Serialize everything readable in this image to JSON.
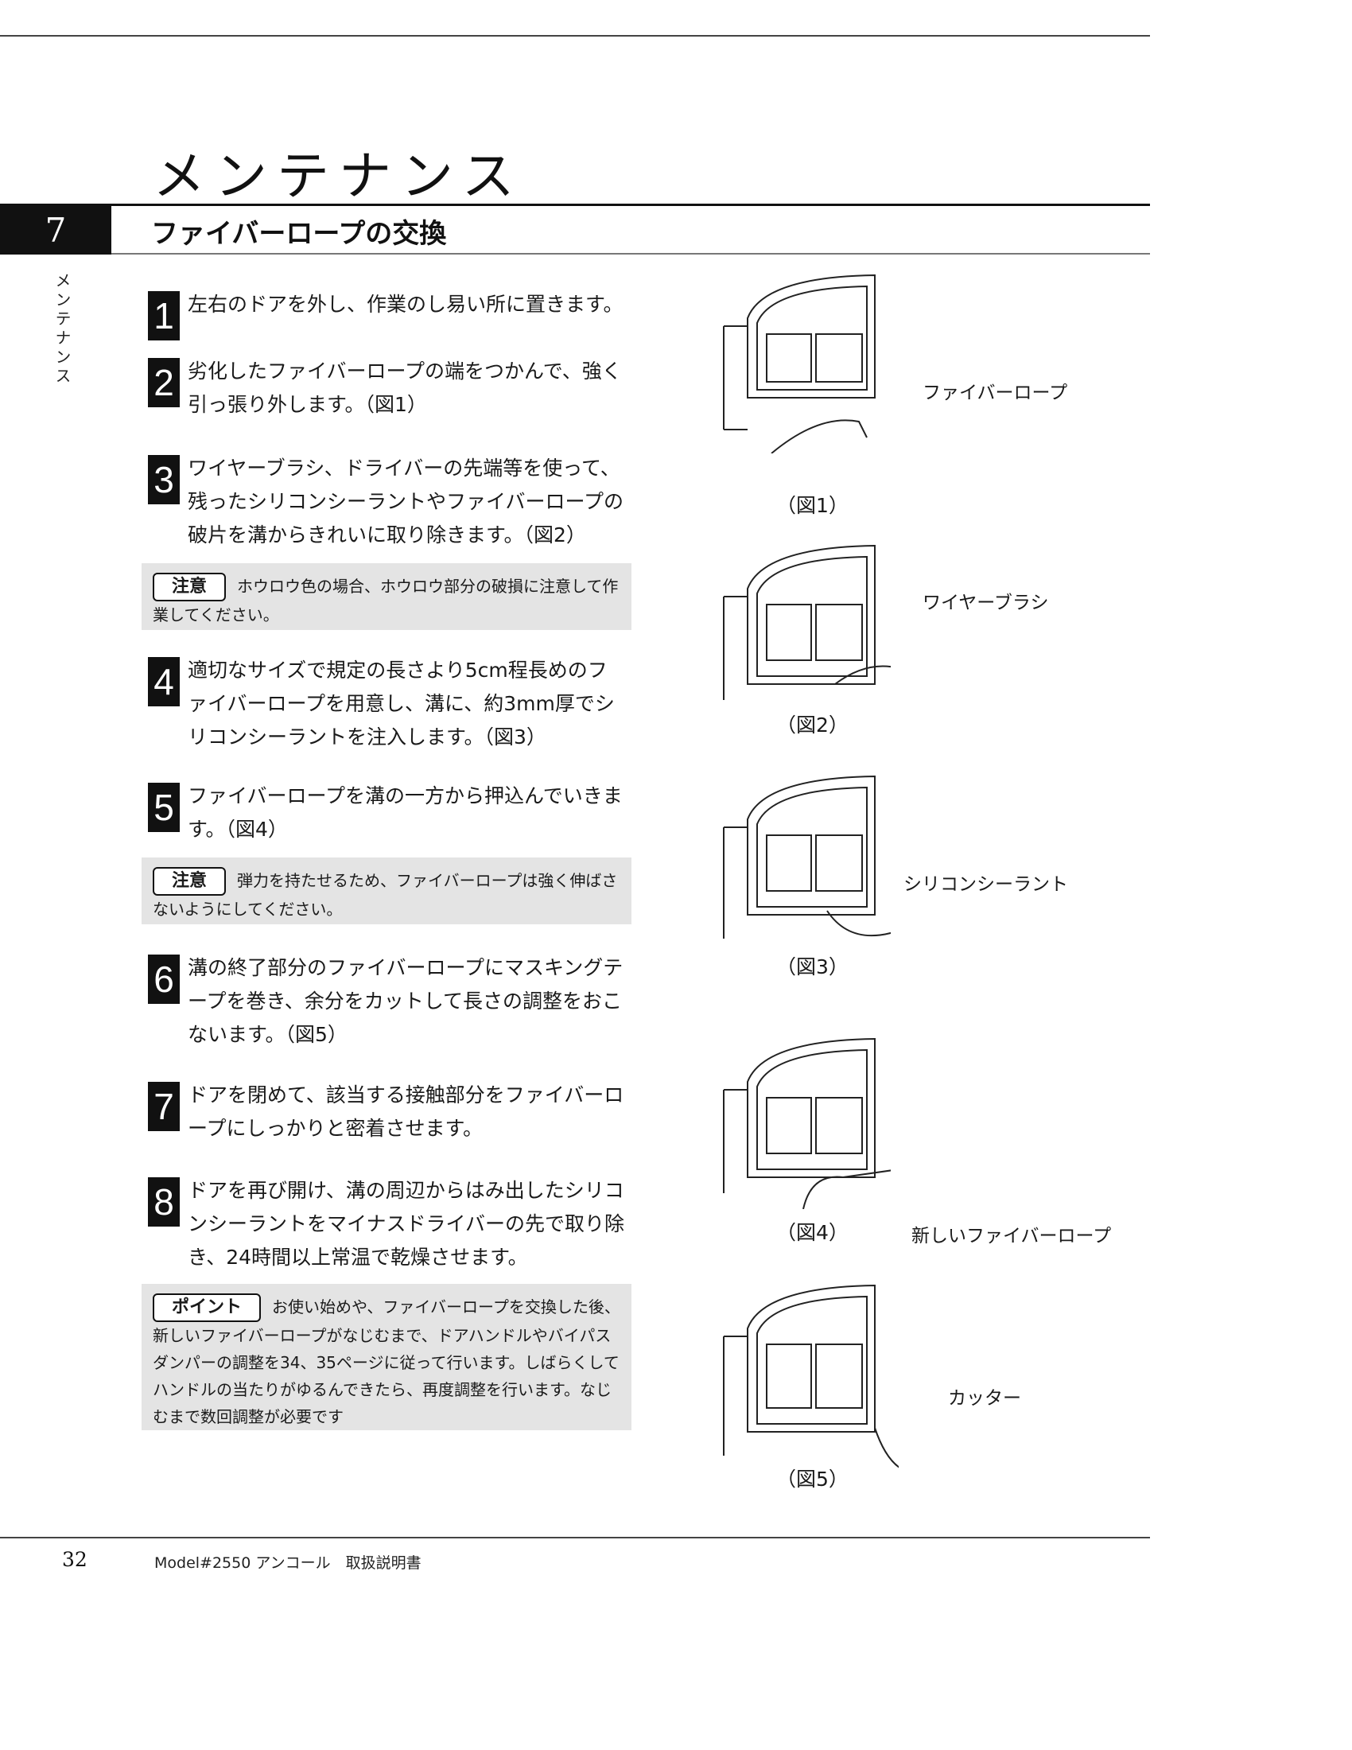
{
  "header": {
    "page_heading": "メンテナンス",
    "section_number": "7",
    "section_title": "ファイバーロープの交換",
    "side_tab": "メンテナンス"
  },
  "steps": [
    {
      "number": "1",
      "text": "左右のドアを外し、作業のし易い所に置きます。"
    },
    {
      "number": "2",
      "text": "劣化したファイバーロープの端をつかんで、強く引っ張り外します。（図1）"
    },
    {
      "number": "3",
      "text": "ワイヤーブラシ、ドライバーの先端等を使って、残ったシリコンシーラントやファイバーロープの破片を溝からきれいに取り除きます。（図2）"
    },
    {
      "number": "4",
      "text": "適切なサイズで規定の長さより5cm程長めのファイバーロープを用意し、溝に、約3mm厚でシリコンシーラントを注入します。（図3）"
    },
    {
      "number": "5",
      "text": "ファイバーロープを溝の一方から押込んでいきます。（図4）"
    },
    {
      "number": "6",
      "text": "溝の終了部分のファイバーロープにマスキングテープを巻き、余分をカットして長さの調整をおこないます。（図5）"
    },
    {
      "number": "7",
      "text": "ドアを閉めて、該当する接触部分をファイバーロープにしっかりと密着させます。"
    },
    {
      "number": "8",
      "text": "ドアを再び開け、溝の周辺からはみ出したシリコンシーラントをマイナスドライバーの先で取り除き、24時間以上常温で乾燥させます。"
    }
  ],
  "notes": [
    {
      "tag": "注意",
      "text": "ホウロウ色の場合、ホウロウ部分の破損に注意して作業してください。"
    },
    {
      "tag": "注意",
      "text": "弾力を持たせるため、ファイバーロープは強く伸ばさないようにしてください。"
    },
    {
      "tag": "ポイント",
      "text": "お使い始めや、ファイバーロープを交換した後、新しいファイバーロープがなじむまで、ドアハンドルやバイパスダンパーの調整を34、35ページに従って行います。しばらくしてハンドルの当たりがゆるんできたら、再度調整を行います。なじむまで数回調整が必要です"
    }
  ],
  "figures": [
    {
      "label": "（図1）",
      "callout": "ファイバーロープ"
    },
    {
      "label": "（図2）",
      "callout": "ワイヤーブラシ"
    },
    {
      "label": "（図3）",
      "callout": "シリコンシーラント"
    },
    {
      "label": "（図4）",
      "callout": "新しいファイバーロープ"
    },
    {
      "label": "（図5）",
      "callout": "カッター"
    }
  ],
  "footer": {
    "page_number": "32",
    "text": "Model#2550 アンコール　取扱説明書"
  }
}
